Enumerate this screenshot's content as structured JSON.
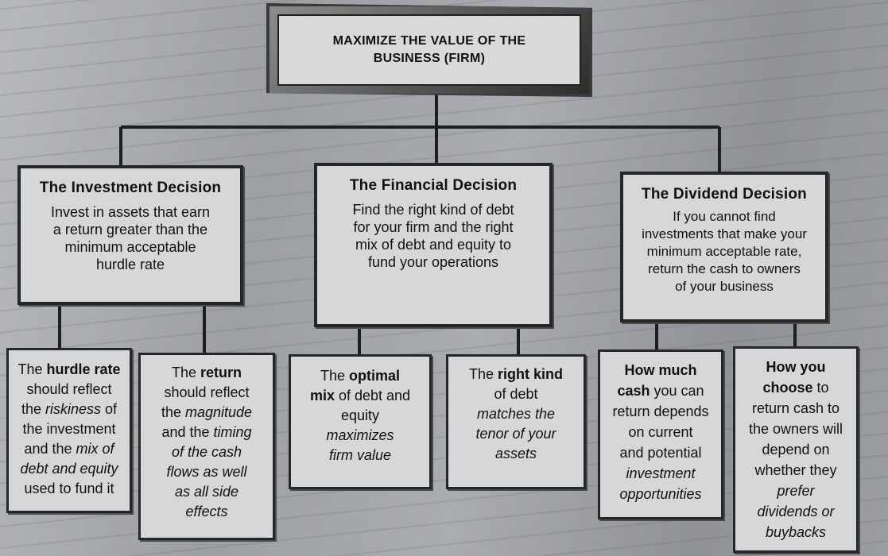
{
  "top": {
    "line1": "MAXIMIZE THE VALUE OF THE",
    "line2": "BUSINESS (FIRM)"
  },
  "decisions": [
    {
      "title": "The Investment Decision",
      "lines": [
        "Invest in assets that earn",
        "a return greater than the",
        "minimum acceptable",
        "hurdle rate"
      ]
    },
    {
      "title": "The Financial Decision",
      "lines": [
        "Find the right kind of debt",
        "for your firm and the right",
        "mix of debt and equity to",
        "fund your operations"
      ]
    },
    {
      "title": "The Dividend Decision",
      "lines": [
        "If you cannot find",
        "investments that make your",
        "minimum acceptable rate,",
        "return the cash to owners",
        "of your business"
      ]
    }
  ],
  "leaves": [
    {
      "runs": [
        [
          {
            "t": "The ",
            "s": "n"
          },
          {
            "t": "hurdle rate",
            "s": "b"
          }
        ],
        [
          {
            "t": "should reflect",
            "s": "n"
          }
        ],
        [
          {
            "t": "the ",
            "s": "n"
          },
          {
            "t": "riskiness",
            "s": "i"
          },
          {
            "t": " of",
            "s": "n"
          }
        ],
        [
          {
            "t": "the investment",
            "s": "n"
          }
        ],
        [
          {
            "t": "and the ",
            "s": "n"
          },
          {
            "t": "mix of",
            "s": "i"
          }
        ],
        [
          {
            "t": "debt and equity",
            "s": "i"
          }
        ],
        [
          {
            "t": "used to fund it",
            "s": "n"
          }
        ]
      ]
    },
    {
      "runs": [
        [
          {
            "t": "The ",
            "s": "n"
          },
          {
            "t": "return",
            "s": "b"
          }
        ],
        [
          {
            "t": "should reflect",
            "s": "n"
          }
        ],
        [
          {
            "t": "the ",
            "s": "n"
          },
          {
            "t": "magnitude",
            "s": "i"
          }
        ],
        [
          {
            "t": "and the ",
            "s": "n"
          },
          {
            "t": "timing",
            "s": "i"
          }
        ],
        [
          {
            "t": "of the cash",
            "s": "i"
          }
        ],
        [
          {
            "t": "flows as well",
            "s": "i"
          }
        ],
        [
          {
            "t": "as all side",
            "s": "i"
          }
        ],
        [
          {
            "t": "effects",
            "s": "i"
          }
        ]
      ]
    },
    {
      "runs": [
        [
          {
            "t": "The ",
            "s": "n"
          },
          {
            "t": "optimal",
            "s": "b"
          }
        ],
        [
          {
            "t": "mix",
            "s": "b"
          },
          {
            "t": " of debt and",
            "s": "n"
          }
        ],
        [
          {
            "t": "equity",
            "s": "n"
          }
        ],
        [
          {
            "t": "maximizes",
            "s": "i"
          }
        ],
        [
          {
            "t": "firm value",
            "s": "i"
          }
        ]
      ]
    },
    {
      "runs": [
        [
          {
            "t": "The ",
            "s": "n"
          },
          {
            "t": "right kind",
            "s": "b"
          }
        ],
        [
          {
            "t": "of debt",
            "s": "n"
          }
        ],
        [
          {
            "t": "matches the",
            "s": "i"
          }
        ],
        [
          {
            "t": "tenor of your",
            "s": "i"
          }
        ],
        [
          {
            "t": "assets",
            "s": "i"
          }
        ]
      ]
    },
    {
      "runs": [
        [
          {
            "t": "How much",
            "s": "b"
          }
        ],
        [
          {
            "t": "cash",
            "s": "b"
          },
          {
            "t": " you can",
            "s": "n"
          }
        ],
        [
          {
            "t": "return depends",
            "s": "n"
          }
        ],
        [
          {
            "t": "on current",
            "s": "n"
          }
        ],
        [
          {
            "t": "and potential",
            "s": "n"
          }
        ],
        [
          {
            "t": "investment",
            "s": "i"
          }
        ],
        [
          {
            "t": "opportunities",
            "s": "i"
          }
        ]
      ]
    },
    {
      "runs": [
        [
          {
            "t": "How you",
            "s": "b"
          }
        ],
        [
          {
            "t": "choose",
            "s": "b"
          },
          {
            "t": " to",
            "s": "n"
          }
        ],
        [
          {
            "t": "return cash to",
            "s": "n"
          }
        ],
        [
          {
            "t": "the owners will",
            "s": "n"
          }
        ],
        [
          {
            "t": "depend on",
            "s": "n"
          }
        ],
        [
          {
            "t": "whether they",
            "s": "n"
          }
        ],
        [
          {
            "t": "prefer",
            "s": "i"
          }
        ],
        [
          {
            "t": "dividends or",
            "s": "i"
          }
        ],
        [
          {
            "t": "buybacks",
            "s": "i"
          }
        ]
      ]
    }
  ]
}
